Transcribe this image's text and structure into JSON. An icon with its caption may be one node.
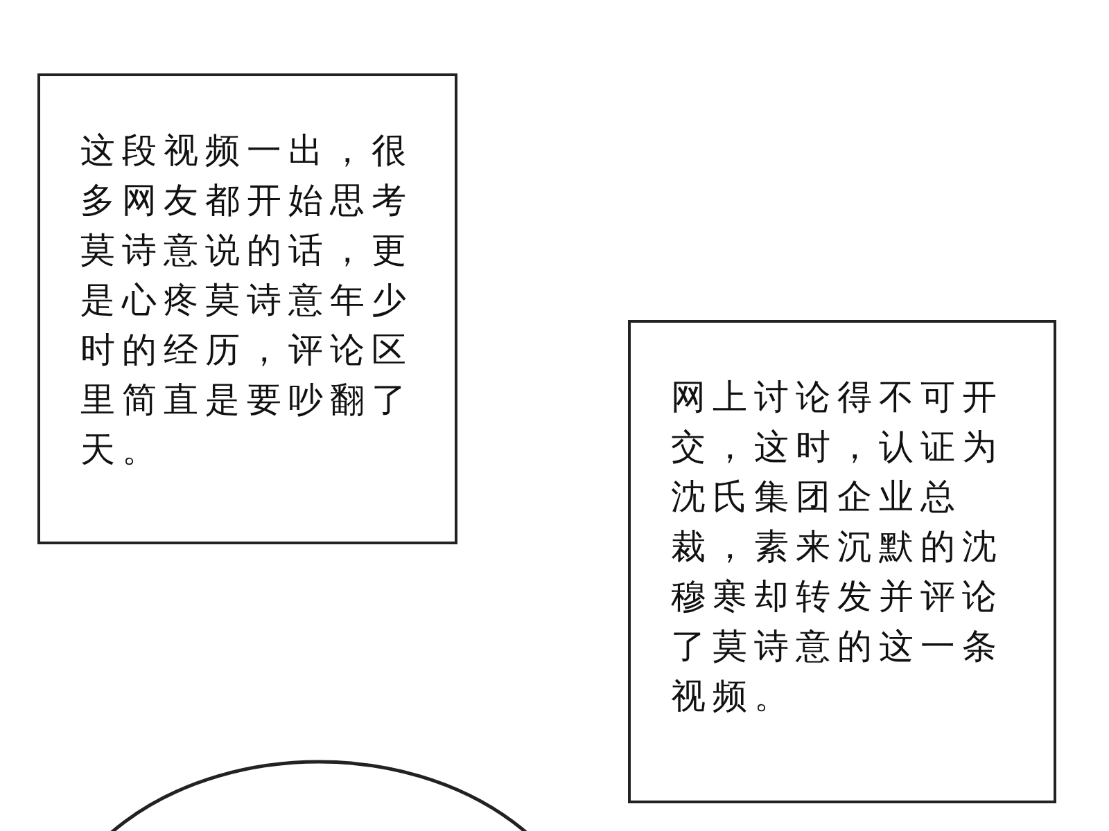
{
  "diagram": {
    "nodes": [
      {
        "text": [
          "这段视频一出，很多网友都开始思考莫诗意说的话，更是心疼莫诗意年少时的经历，评论区里简直是要吵翻了天。"
        ]
      },
      {
        "text": [
          "网上讨论得不可开交，这时，认证为沈氏集团企业总裁，素来沉默的沈穆寒却转发并评论了莫诗意的这一条视频。"
        ]
      },
      {
        "text": [],
        "shape": "circle"
      }
    ]
  }
}
